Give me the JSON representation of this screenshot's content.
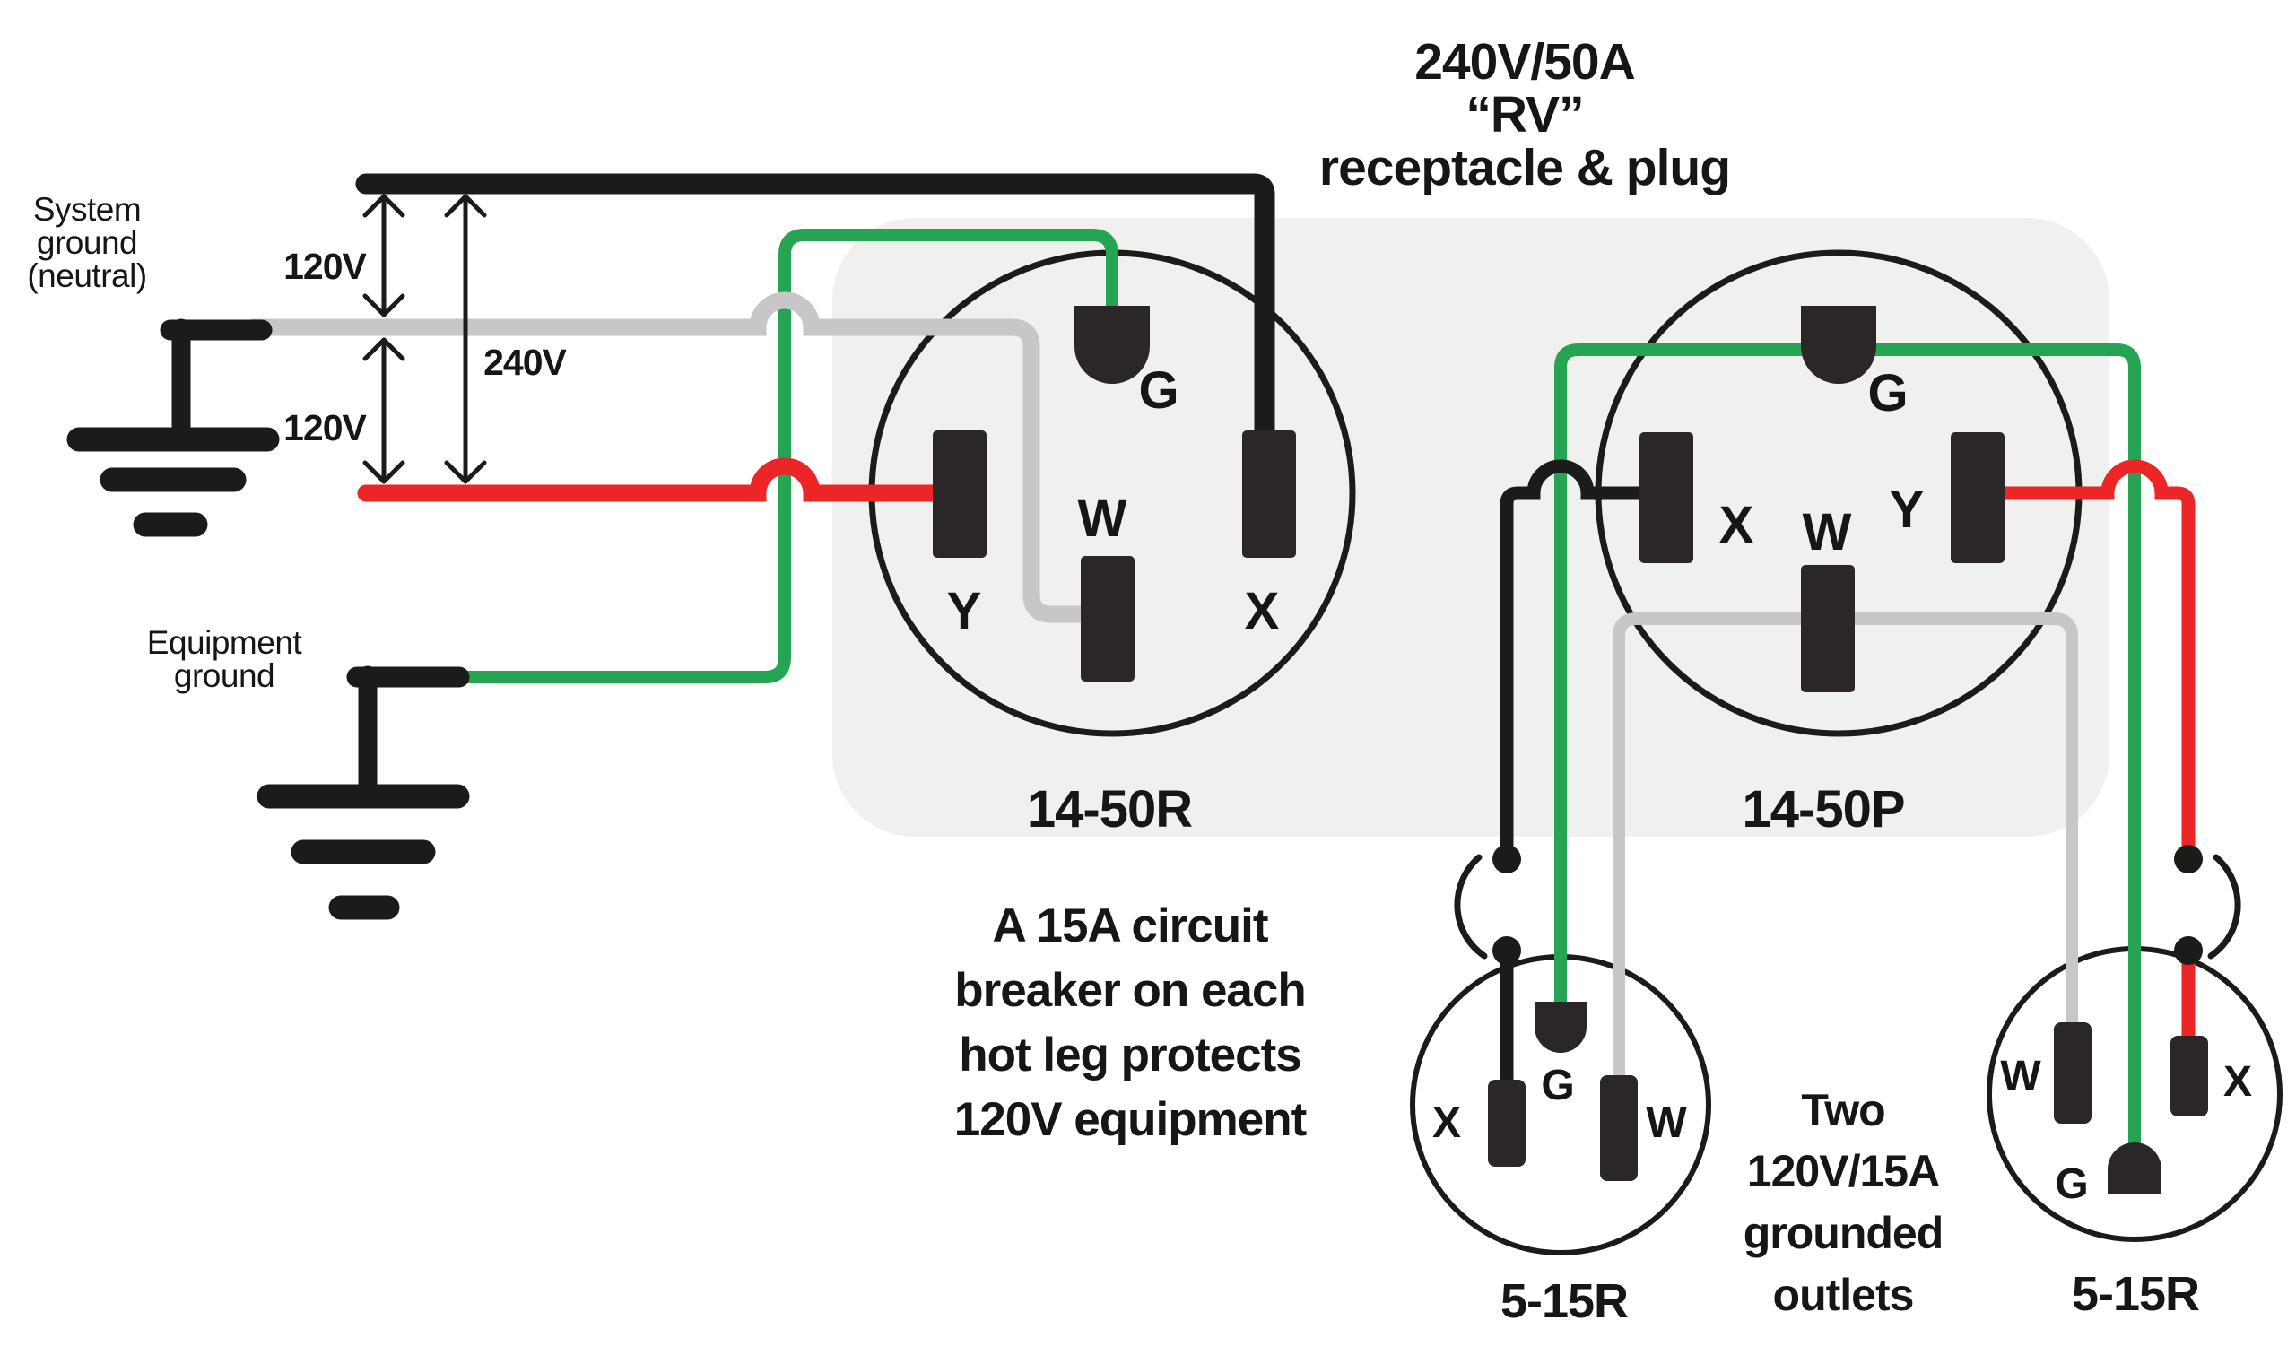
{
  "title": {
    "line1": "240V/50A",
    "line2": "“RV”",
    "line3": "receptacle & plug"
  },
  "colors": {
    "ink": "#161616",
    "ink2": "#1b1b19",
    "red": "#ec2527",
    "green": "#25a553",
    "gray": "#c6c7c6",
    "panel": "#f0f0ef",
    "pin": "#2b2627",
    "white": "#ffffff"
  },
  "left_labels": {
    "system_ground_1": "System",
    "system_ground_2": "ground",
    "system_ground_3": "(neutral)",
    "equipment_ground_1": "Equipment",
    "equipment_ground_2": "ground",
    "v120_top": "120V",
    "v120_bottom": "120V",
    "v240": "240V"
  },
  "receptacle_14_50r": {
    "name": "14-50R",
    "pin_g": "G",
    "pin_w": "W",
    "pin_x": "X",
    "pin_y": "Y"
  },
  "plug_14_50p": {
    "name": "14-50P",
    "pin_g": "G",
    "pin_w": "W",
    "pin_x": "X",
    "pin_y": "Y"
  },
  "outlet_left": {
    "name": "5-15R",
    "pin_g": "G",
    "pin_w": "W",
    "pin_x": "X"
  },
  "outlet_right": {
    "name": "5-15R",
    "pin_g": "G",
    "pin_w": "W",
    "pin_x": "X"
  },
  "note_breaker": {
    "line1": "A  15A circuit",
    "line2": "breaker on each",
    "line3": "hot leg protects",
    "line4": "120V equipment"
  },
  "note_outlets": {
    "line1": "Two",
    "line2": "120V/15A",
    "line3": "grounded",
    "line4": "outlets"
  }
}
